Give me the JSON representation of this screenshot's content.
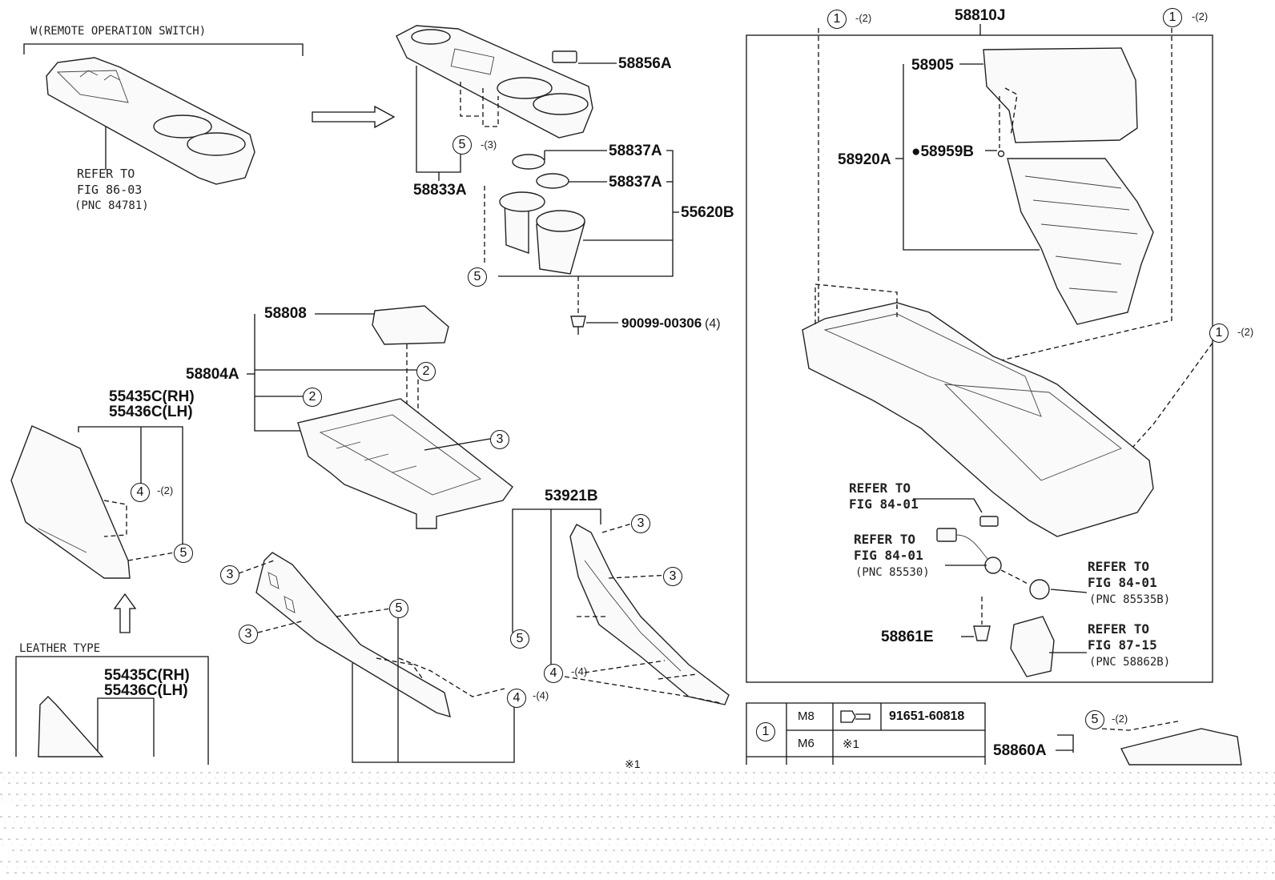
{
  "headers": {
    "remote_switch": "W(REMOTE OPERATION SWITCH)",
    "leather_type": "LEATHER TYPE"
  },
  "refer_left": {
    "line1": "REFER TO",
    "line2": "FIG 86-03",
    "line3": "(PNC 84781)"
  },
  "parts": {
    "p58856A": "58856A",
    "p58833A": "58833A",
    "p58837A_1": "58837A",
    "p58837A_2": "58837A",
    "p55620B": "55620B",
    "p90099": "90099-00306",
    "p58808": "58808",
    "p58804A": "58804A",
    "p55435C_a": "55435C(RH)",
    "p55436C_a": "55436C(LH)",
    "p55435C_b": "55435C(RH)",
    "p55436C_b": "55436C(LH)",
    "p53921B": "53921B",
    "p58810J": "58810J",
    "p58905": "58905",
    "p58920A": "58920A",
    "p58959B": "●58959B",
    "p58861E": "58861E",
    "p58860A": "58860A",
    "p91651": "91651-60818"
  },
  "qty": {
    "q90099": "(4)",
    "q5_top": "-(3)",
    "q4_left": "-(2)",
    "q4_mid": "-(4)",
    "q4_right": "-(4)",
    "q1_a": "-(2)",
    "q1_b": "-(2)",
    "q1_c": "-(2)",
    "q5_bottom": "-(2)"
  },
  "callouts": {
    "one": "1",
    "two": "2",
    "three": "3",
    "four": "4",
    "five": "5"
  },
  "refers_right": {
    "r1": {
      "line1": "REFER TO",
      "line2": "FIG 84-01"
    },
    "r2": {
      "line1": "REFER TO",
      "line2": "FIG 84-01",
      "line3": "(PNC 85530)"
    },
    "r3": {
      "line1": "REFER TO",
      "line2": "FIG 84-01",
      "line3": "(PNC 85535B)"
    },
    "r4": {
      "line1": "REFER TO",
      "line2": "FIG 87-15",
      "line3": "(PNC 58862B)"
    }
  },
  "table": {
    "row1_size": "M8",
    "row2_size": "M6",
    "row2_note": "※1"
  },
  "note_mark": "※1"
}
